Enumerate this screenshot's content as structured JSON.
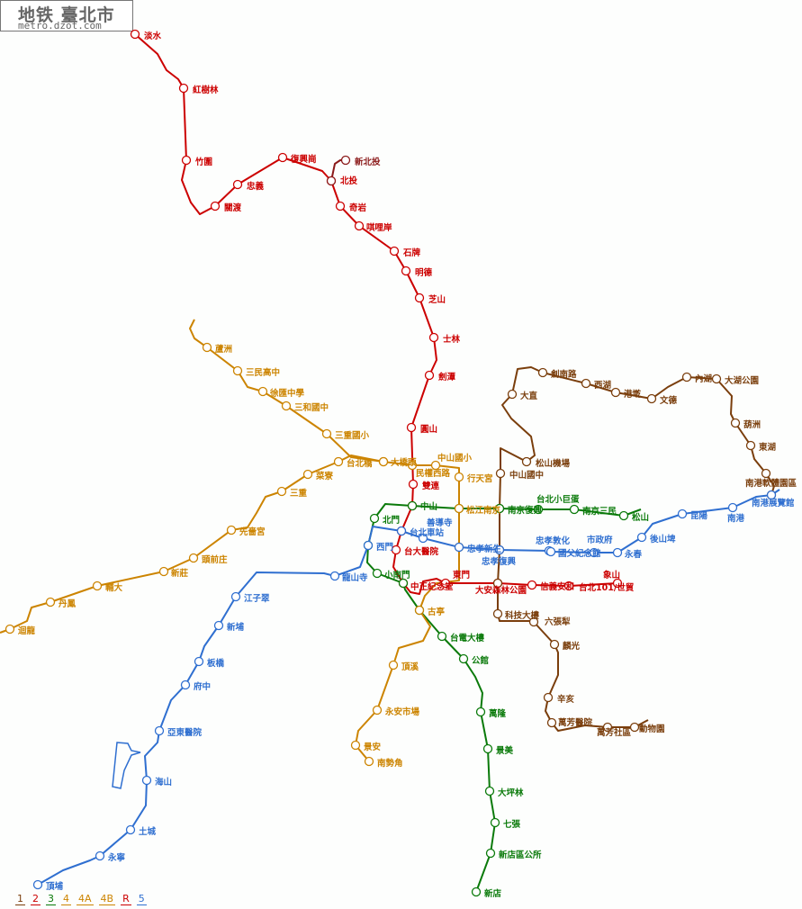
{
  "header": {
    "title": "地铁 臺北市",
    "site": "metro.dzot.com"
  },
  "lines": [
    {
      "id": "R",
      "color": "#cc0000",
      "stations": [
        "淡水",
        "紅樹林",
        "竹圍",
        "關渡",
        "忠義",
        "復興崗",
        "北投",
        "奇岩",
        "唭哩岸",
        "石牌",
        "明德",
        "芝山",
        "士林",
        "劍潭",
        "圓山",
        "雙連",
        "台大醫院",
        "中正紀念堂",
        "東門",
        "大安森林公園",
        "信義安和",
        "台北101/世貿",
        "象山"
      ]
    },
    {
      "id": "RB",
      "color": "#8b1a1a",
      "stations": [
        "新北投"
      ]
    },
    {
      "id": "1",
      "color": "#7a3e0c",
      "stations": [
        "動物園",
        "萬芳社區",
        "萬芳醫院",
        "辛亥",
        "麟光",
        "六張犁",
        "科技大樓",
        "中山國中",
        "松山機場",
        "大直",
        "劍南路",
        "西湖",
        "港墘",
        "文德",
        "內湖",
        "大湖公園",
        "葫洲",
        "東湖",
        "南港軟體園區"
      ]
    },
    {
      "id": "3",
      "color": "#0a7a0a",
      "stations": [
        "新店",
        "新店區公所",
        "七張",
        "大坪林",
        "景美",
        "萬隆",
        "公館",
        "台電大樓",
        "小南門",
        "北門",
        "中山",
        "南京復興",
        "台北小巨蛋",
        "南京三民",
        "松山"
      ]
    },
    {
      "id": "4",
      "color": "#cc8400",
      "stations": [
        "南勢角",
        "景安",
        "永安市場",
        "頂溪",
        "古亭",
        "松江南京",
        "行天宮",
        "中山國小",
        "民權西路",
        "大橋頭",
        "台北橋",
        "菜寮",
        "三重",
        "先嗇宮",
        "頭前庄",
        "新莊",
        "輔大",
        "丹鳳",
        "迴龍",
        "三重國小",
        "三和國中",
        "徐匯中學",
        "三民高中",
        "蘆洲"
      ]
    },
    {
      "id": "5",
      "color": "#2f6fd0",
      "stations": [
        "頂埔",
        "永寧",
        "土城",
        "海山",
        "亞東醫院",
        "府中",
        "板橋",
        "新埔",
        "江子翠",
        "龍山寺",
        "西門",
        "台北車站",
        "善導寺",
        "忠孝新生",
        "忠孝復興",
        "忠孝敦化",
        "國父紀念館",
        "市政府",
        "永春",
        "後山埤",
        "昆陽",
        "南港",
        "南港展覽館"
      ]
    }
  ],
  "legend": [
    {
      "label": "1",
      "color": "#7a3e0c"
    },
    {
      "label": "2",
      "color": "#cc0000"
    },
    {
      "label": "3",
      "color": "#0a7a0a"
    },
    {
      "label": "4",
      "color": "#cc8400"
    },
    {
      "label": "4A",
      "color": "#cc8400"
    },
    {
      "label": "4B",
      "color": "#cc8400"
    },
    {
      "label": "R",
      "color": "#cc0000"
    },
    {
      "label": "5",
      "color": "#2f6fd0"
    }
  ]
}
